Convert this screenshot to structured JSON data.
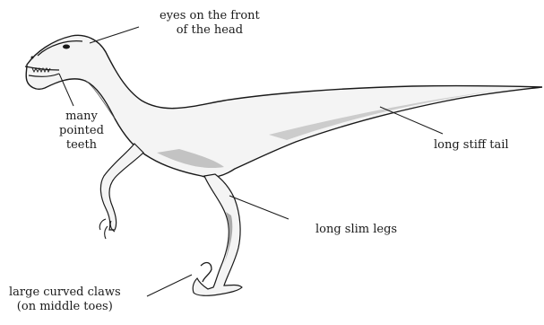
{
  "labels": {
    "eyes": [
      "eyes on the front",
      "of the head"
    ],
    "teeth": [
      "many",
      "pointed",
      "teeth"
    ],
    "tail": "long stiff tail",
    "legs": "long slim legs",
    "claws": [
      "large curved claws",
      "(on middle toes)"
    ]
  },
  "colors": {
    "ink": "#1a1a1a",
    "shade": "#8a8a8a",
    "body_fill": "#f4f4f4"
  }
}
